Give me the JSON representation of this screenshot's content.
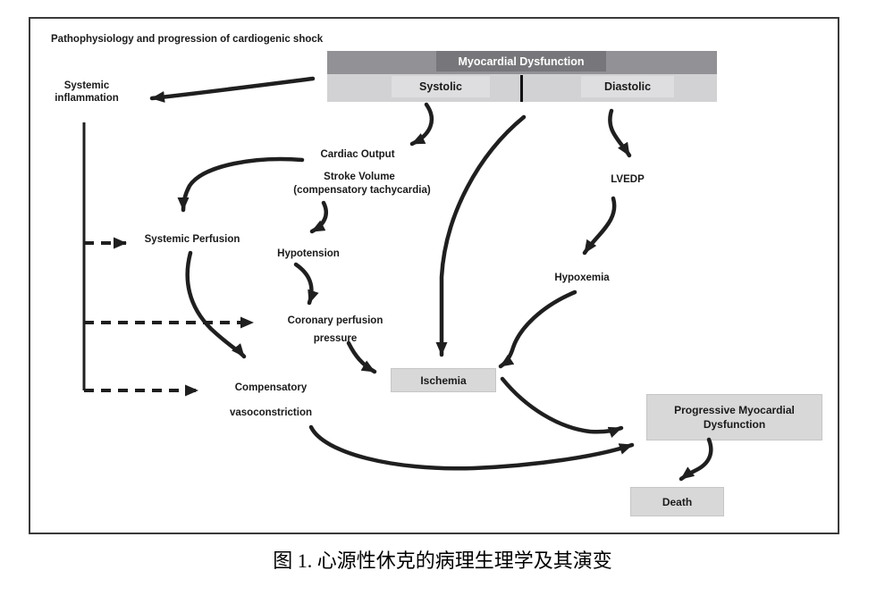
{
  "diagram": {
    "title": "Pathophysiology and progression of cardiogenic shock",
    "header": {
      "banner": "Myocardial Dysfunction",
      "systolic": "Systolic",
      "diastolic": "Diastolic"
    },
    "nodes": {
      "systemic_inflammation_l1": "Systemic",
      "systemic_inflammation_l2": "inflammation",
      "cardiac_output": "Cardiac Output",
      "stroke_volume": "Stroke Volume",
      "stroke_volume_note": "(compensatory tachycardia)",
      "systemic_perfusion": "Systemic Perfusion",
      "hypotension": "Hypotension",
      "coronary_perfusion_l1": "Coronary perfusion",
      "coronary_perfusion_l2": "pressure",
      "compensatory_l1": "Compensatory",
      "compensatory_l2": "vasoconstriction",
      "hypoxemia": "Hypoxemia",
      "lvedp": "LVEDP",
      "ischemia": "Ischemia",
      "pmd_l1": "Progressive Myocardial",
      "pmd_l2": "Dysfunction",
      "death": "Death"
    },
    "edges": [
      {
        "from": "myocardial-dysfunction",
        "to": "systemic-inflammation",
        "style": "solid"
      },
      {
        "from": "systolic",
        "to": "cardiac-output",
        "style": "solid"
      },
      {
        "from": "myocardial-dysfunction-center",
        "to": "ischemia",
        "style": "solid"
      },
      {
        "from": "diastolic",
        "to": "lvedp",
        "style": "solid"
      },
      {
        "from": "lvedp",
        "to": "hypoxemia",
        "style": "solid"
      },
      {
        "from": "hypoxemia",
        "to": "ischemia",
        "style": "solid"
      },
      {
        "from": "cardiac-output",
        "to": "systemic-perfusion",
        "style": "solid"
      },
      {
        "from": "stroke-volume",
        "to": "hypotension",
        "style": "solid"
      },
      {
        "from": "hypotension",
        "to": "coronary-perfusion-pressure",
        "style": "solid"
      },
      {
        "from": "systemic-perfusion",
        "to": "compensatory-vasoconstriction",
        "style": "solid"
      },
      {
        "from": "coronary-perfusion-pressure",
        "to": "ischemia",
        "style": "solid"
      },
      {
        "from": "ischemia",
        "to": "progressive-myocardial-dysfunction",
        "style": "solid"
      },
      {
        "from": "compensatory-vasoconstriction",
        "to": "progressive-myocardial-dysfunction",
        "style": "solid"
      },
      {
        "from": "progressive-myocardial-dysfunction",
        "to": "death",
        "style": "solid"
      },
      {
        "from": "systemic-inflammation",
        "to": "systemic-perfusion",
        "style": "dashed"
      },
      {
        "from": "systemic-inflammation",
        "to": "coronary-perfusion-pressure",
        "style": "dashed"
      },
      {
        "from": "systemic-inflammation",
        "to": "compensatory-vasoconstriction",
        "style": "dashed"
      }
    ],
    "colors": {
      "banner_dark": "#77777b",
      "banner_medium": "#919196",
      "band_light": "#d2d2d5",
      "cell_box": "#dedee0",
      "node_box": "#d8d8d8",
      "arrow": "#1f1f1f",
      "frame_border": "#3a3a3a",
      "banner_text": "#ffffff"
    }
  },
  "caption": "图 1. 心源性休克的病理生理学及其演变"
}
